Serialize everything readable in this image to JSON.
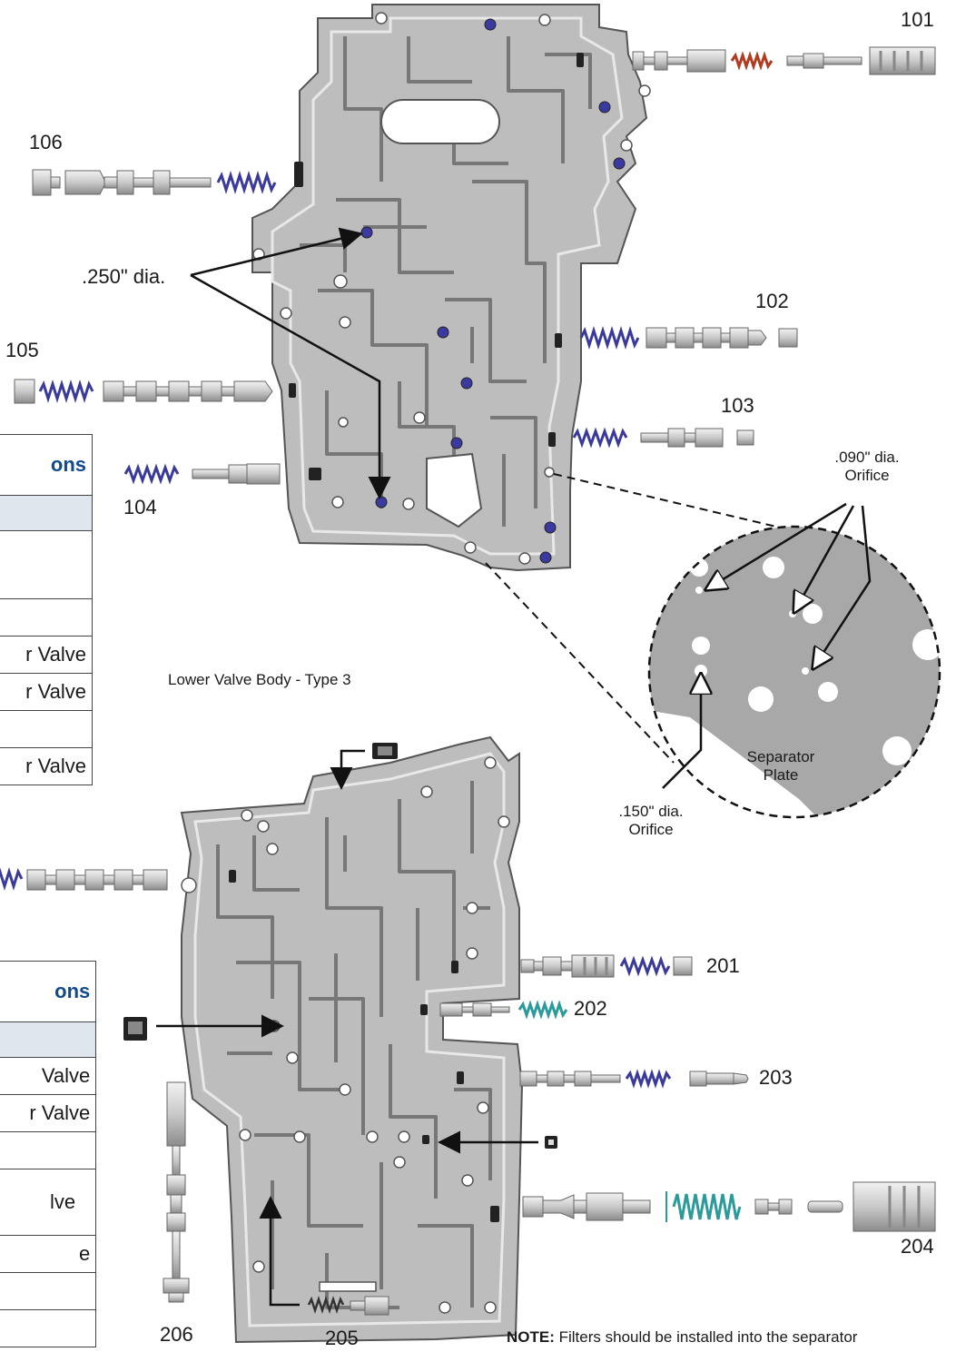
{
  "upper_caption": "Lower Valve Body - Type 3",
  "part_labels": {
    "p101": "101",
    "p102": "102",
    "p103": "103",
    "p104": "104",
    "p105": "105",
    "p106": "106",
    "p201": "201",
    "p202": "202",
    "p203": "203",
    "p204": "204",
    "p205": "205",
    "p206": "206"
  },
  "callouts": {
    "dia_250": ".250\" dia.",
    "dia_090_line1": ".090\" dia.",
    "dia_090_line2": "Orifice",
    "dia_150_line1": ".150\" dia.",
    "dia_150_line2": "Orifice",
    "sep_line1": "Separator",
    "sep_line2": "Plate"
  },
  "table1": {
    "header": "ons",
    "rows": [
      "",
      "",
      "r Valve",
      "r Valve",
      "",
      "r Valve"
    ]
  },
  "table2": {
    "header": "ons",
    "rows": [
      "Valve",
      "r Valve",
      "",
      "lve",
      "e",
      "",
      ""
    ]
  },
  "note": {
    "bold": "NOTE:",
    "text": " Filters should be installed into the separator"
  },
  "colors": {
    "body_fill": "#bdbdbd",
    "body_stroke": "#555555",
    "check_ball": "#3a3aa0",
    "spring_blue": "#3a3a9c",
    "spring_red": "#b23a1e",
    "spring_teal": "#2a9a9a",
    "table_header": "#114a8c",
    "separator_plate": "#a8a8a8"
  }
}
